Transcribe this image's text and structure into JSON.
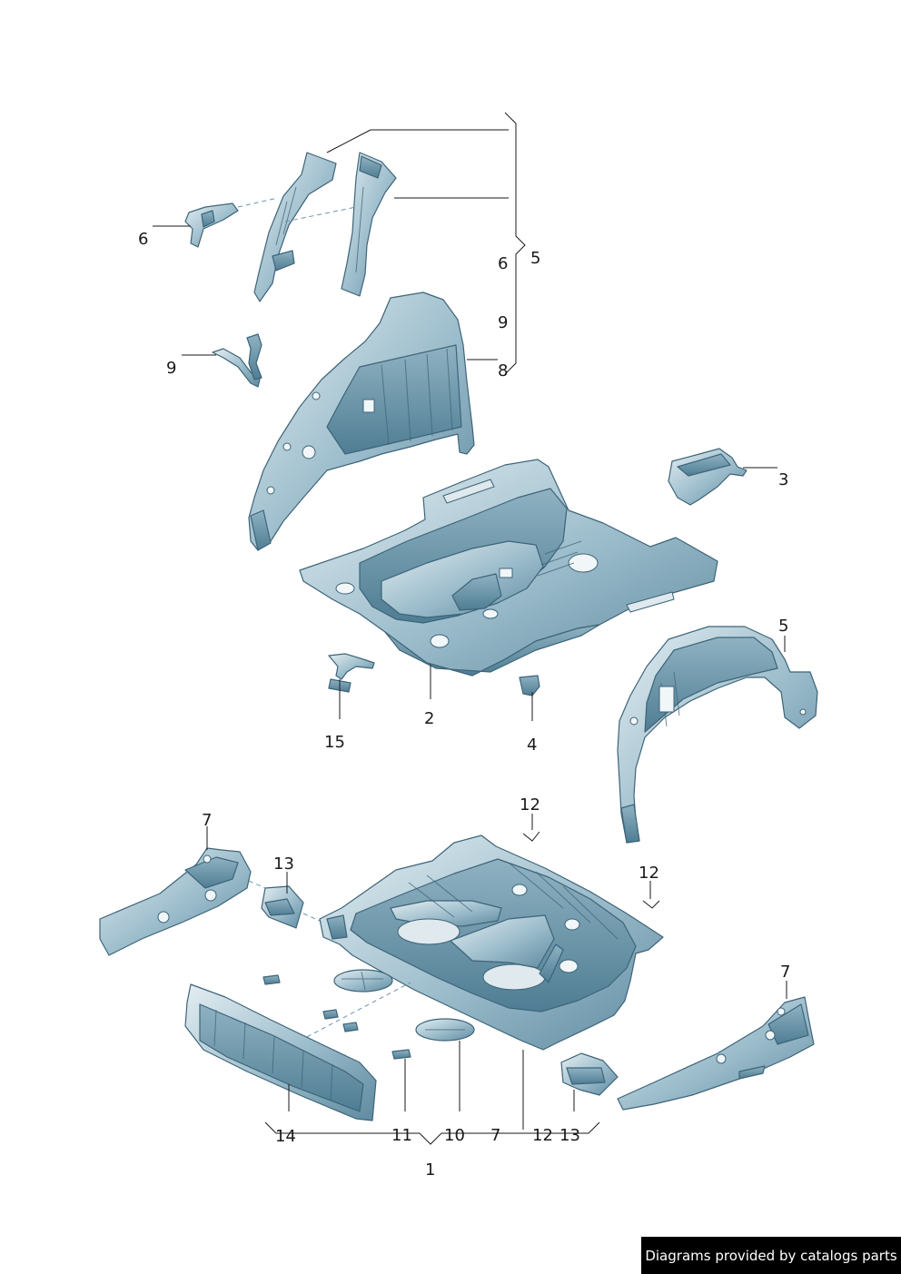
{
  "labels": {
    "n1": "1",
    "n2": "2",
    "n3": "3",
    "n4": "4",
    "n5_top": "5",
    "n5_wheelhouse": "5",
    "n6_left": "6",
    "n6_bracket": "6",
    "n7_left": "7",
    "n7_right": "7",
    "n7_bottom": "7",
    "n8": "8",
    "n9_left": "9",
    "n9_bracket": "9",
    "n10": "10",
    "n11": "11",
    "n12_top": "12",
    "n12_right": "12",
    "n12_bottom": "12",
    "n13_left": "13",
    "n13_bottom": "13",
    "n14": "14",
    "n15": "15"
  },
  "watermark": "Diagrams provided by catalogs parts",
  "colors": {
    "part_light": "#e4eef2",
    "part_mid": "#9bbccb",
    "part_dark": "#4f7d93",
    "outline": "#3d6478"
  }
}
